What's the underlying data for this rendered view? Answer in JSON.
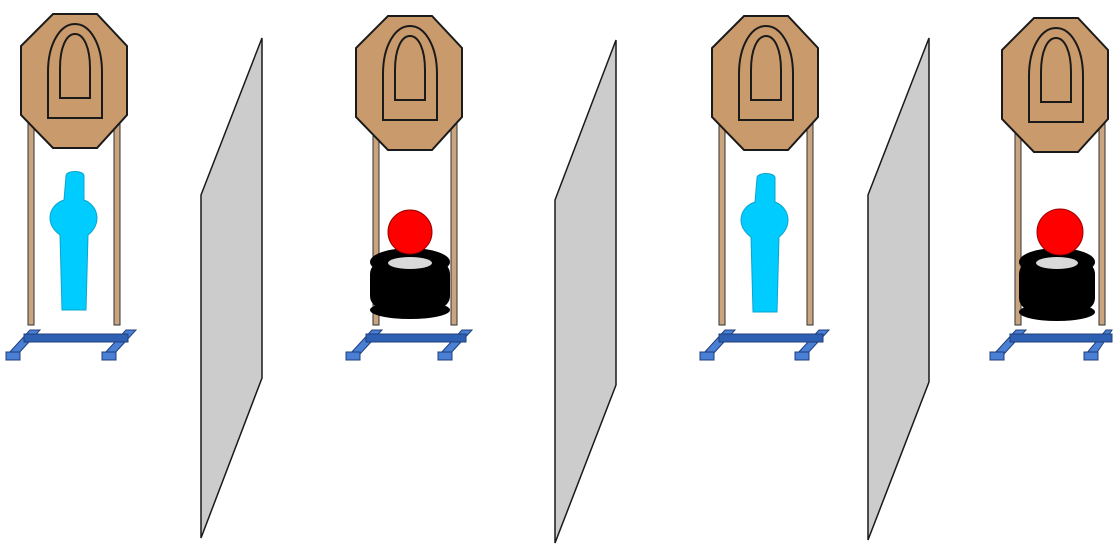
{
  "scene": {
    "stations": [
      {
        "kind": "silhouette"
      },
      {
        "kind": "ball-on-tire"
      },
      {
        "kind": "silhouette"
      },
      {
        "kind": "ball-on-tire"
      }
    ],
    "barrier_count": 3
  },
  "colors": {
    "steel_plate": "#c99a6b",
    "outline": "#1a1a1a",
    "post": "#c9a47e",
    "base": "#4a7fd6",
    "base_dark": "#2d5fb3",
    "silhouette": "#00ccff",
    "ball": "#ff0000",
    "tire": "#000000",
    "tire_hub": "#d9d9d9",
    "barrier": "#cccccc"
  }
}
